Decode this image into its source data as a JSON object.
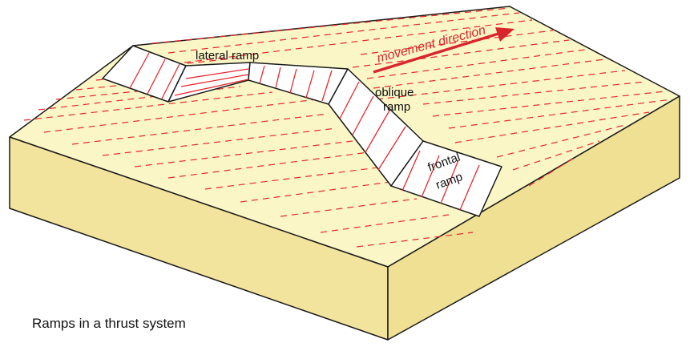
{
  "labels": {
    "lateral_ramp": "lateral ramp",
    "movement_direction": "movement direction",
    "oblique_ramp_line1": "oblique",
    "oblique_ramp_line2": "ramp",
    "frontal_ramp_line1": "frontal",
    "frontal_ramp_line2": "ramp"
  },
  "caption": "Ramps in a thrust system",
  "colors": {
    "surface": "#fbf6c6",
    "front_face": "#f3e49d",
    "side_face": "#efe094",
    "ramp_face": "#ffffff",
    "outline": "#1a1a1a",
    "marker": "#e8282f",
    "arrow": "#d9262c"
  }
}
